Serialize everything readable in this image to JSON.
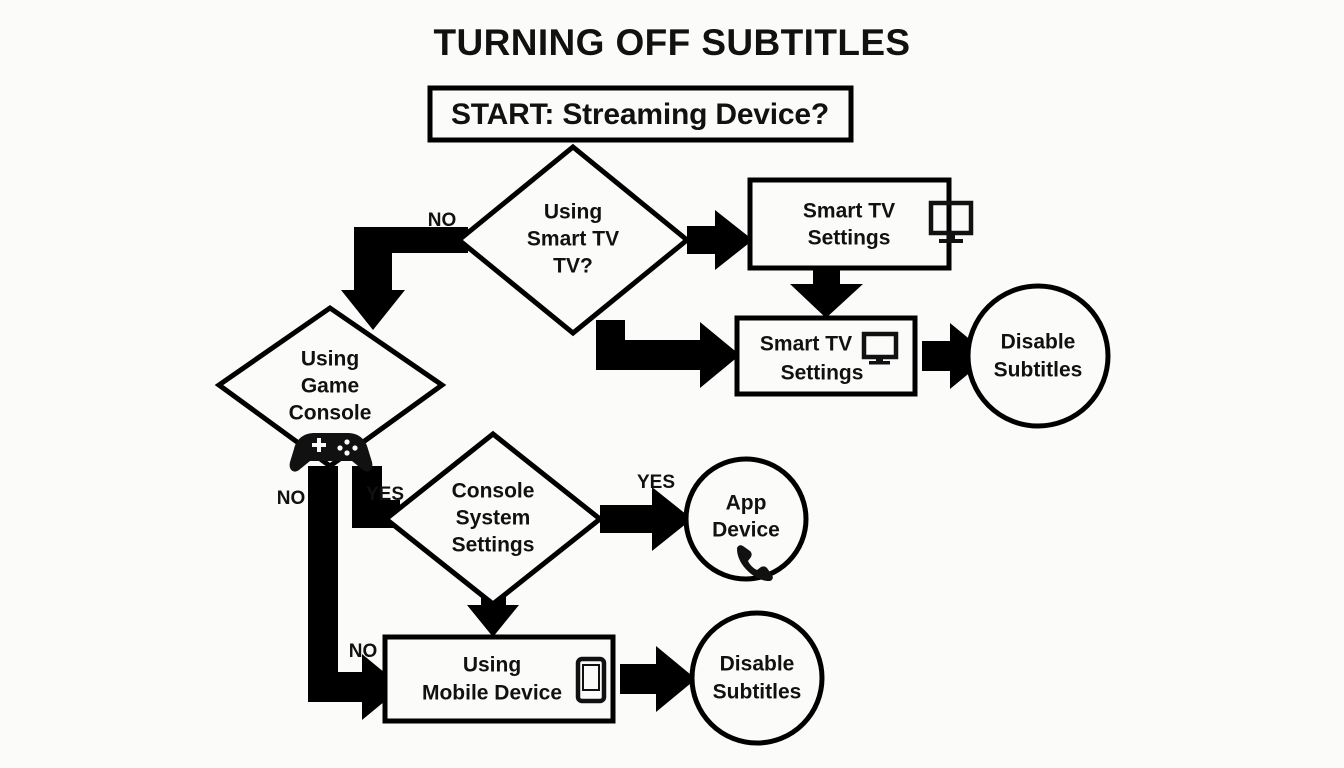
{
  "diagram": {
    "title": "TURNING OFF SUBTITLES",
    "background_color": "#fbfbfa",
    "line_color": "#000000",
    "text_color": "#111111",
    "type": "flowchart"
  },
  "nodes": {
    "start": {
      "label": "START: Streaming Device?",
      "shape": "rectangle"
    },
    "smart_tv_decision": {
      "line1": "Using",
      "line2": "Smart TV",
      "line3": "TV?",
      "shape": "diamond"
    },
    "smart_tv_settings_1": {
      "line1": "Smart TV",
      "line2": "Settings",
      "shape": "rectangle",
      "icon": "monitor-icon"
    },
    "smart_tv_settings_2": {
      "line1": "Smart TV",
      "line2": "Settings",
      "shape": "rectangle",
      "icon": "monitor-icon"
    },
    "disable_subtitles_tv": {
      "line1": "Disable",
      "line2": "Subtitles",
      "shape": "circle"
    },
    "game_console_decision": {
      "line1": "Using",
      "line2": "Game",
      "line3": "Console",
      "shape": "diamond",
      "icon": "gamepad-icon"
    },
    "console_system_decision": {
      "line1": "Console",
      "line2": "System",
      "line3": "Settings",
      "shape": "diamond"
    },
    "app_device": {
      "line1": "App",
      "line2": "Device",
      "shape": "circle",
      "icon": "phone-handset-icon"
    },
    "mobile_device": {
      "line1": "Using",
      "line2": "Mobile Device",
      "shape": "rectangle",
      "icon": "smartphone-icon"
    },
    "disable_subtitles_mobile": {
      "line1": "Disable",
      "line2": "Subtitles",
      "shape": "circle"
    }
  },
  "edge_labels": {
    "smart_tv_no": "NO",
    "console_no": "NO",
    "console_yes": "YES",
    "app_yes": "YES",
    "mobile_no": "NO"
  },
  "chart_data": {
    "type": "diagram",
    "title": "TURNING OFF SUBTITLES",
    "nodes": [
      {
        "id": "start",
        "text": "START: Streaming Device?",
        "shape": "rectangle"
      },
      {
        "id": "smart_tv_decision",
        "text": "Using Smart TV TV?",
        "shape": "diamond"
      },
      {
        "id": "smart_tv_settings_1",
        "text": "Smart TV Settings",
        "shape": "rectangle"
      },
      {
        "id": "smart_tv_settings_2",
        "text": "Smart TV Settings",
        "shape": "rectangle"
      },
      {
        "id": "disable_subtitles_tv",
        "text": "Disable Subtitles",
        "shape": "circle"
      },
      {
        "id": "game_console_decision",
        "text": "Using Game Console",
        "shape": "diamond"
      },
      {
        "id": "console_system_decision",
        "text": "Console System Settings",
        "shape": "diamond"
      },
      {
        "id": "app_device",
        "text": "App Device",
        "shape": "circle"
      },
      {
        "id": "mobile_device",
        "text": "Using Mobile Device",
        "shape": "rectangle"
      },
      {
        "id": "disable_subtitles_mobile",
        "text": "Disable Subtitles",
        "shape": "circle"
      }
    ],
    "edges": [
      {
        "from": "start",
        "to": "smart_tv_decision",
        "label": ""
      },
      {
        "from": "smart_tv_decision",
        "to": "smart_tv_settings_1",
        "label": ""
      },
      {
        "from": "smart_tv_decision",
        "to": "game_console_decision",
        "label": "NO"
      },
      {
        "from": "smart_tv_decision",
        "to": "smart_tv_settings_2",
        "label": ""
      },
      {
        "from": "smart_tv_settings_1",
        "to": "smart_tv_settings_2",
        "label": ""
      },
      {
        "from": "smart_tv_settings_2",
        "to": "disable_subtitles_tv",
        "label": ""
      },
      {
        "from": "game_console_decision",
        "to": "mobile_device",
        "label": "NO"
      },
      {
        "from": "game_console_decision",
        "to": "console_system_decision",
        "label": "YES"
      },
      {
        "from": "console_system_decision",
        "to": "app_device",
        "label": "YES"
      },
      {
        "from": "console_system_decision",
        "to": "mobile_device",
        "label": ""
      },
      {
        "from": "mobile_device",
        "to": "disable_subtitles_mobile",
        "label": ""
      }
    ]
  }
}
